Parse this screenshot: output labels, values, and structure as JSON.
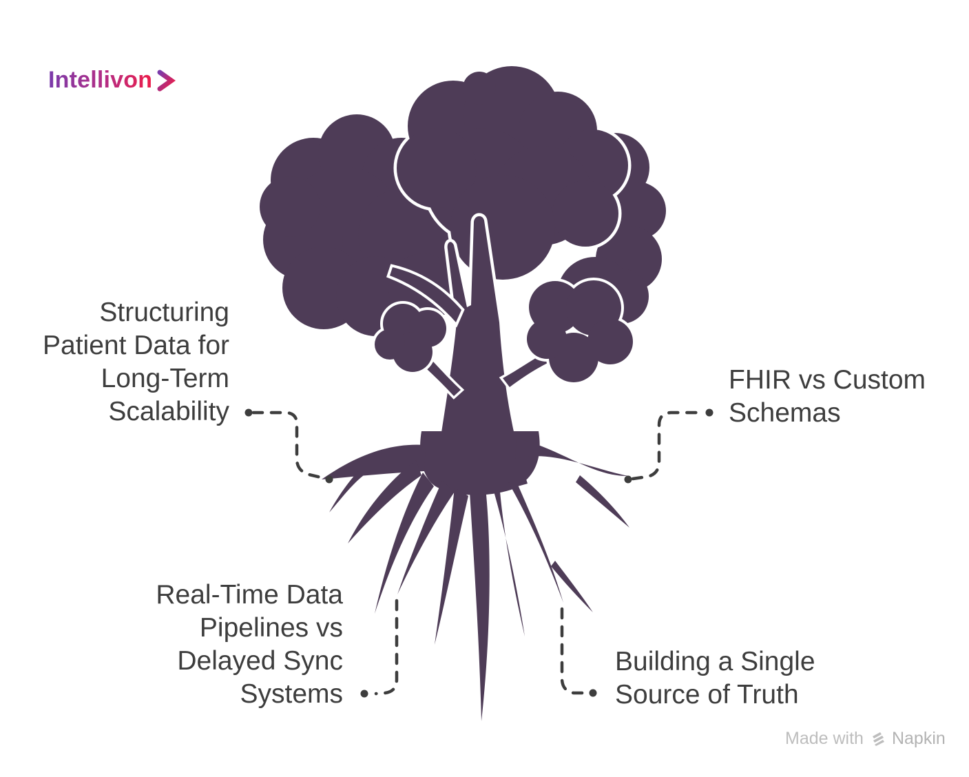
{
  "logo": {
    "text": "Intellivon",
    "chevron_icon": "chevron-right-icon",
    "gradient_start": "#7a3bab",
    "gradient_end": "#ed1c49"
  },
  "diagram": {
    "type": "tree-metaphor-infographic",
    "tree_color": "#4e3c57",
    "outline_color": "#ffffff",
    "connector_color": "#3d3d3d",
    "labels": [
      {
        "id": "structuring",
        "lines": [
          "Structuring",
          "Patient Data for",
          "Long-Term",
          "Scalability"
        ],
        "position": "top-left"
      },
      {
        "id": "fhir",
        "lines": [
          "FHIR vs Custom",
          "Schemas"
        ],
        "position": "top-right"
      },
      {
        "id": "realtime",
        "lines": [
          "Real-Time Data",
          "Pipelines vs",
          "Delayed Sync",
          "Systems"
        ],
        "position": "bottom-left"
      },
      {
        "id": "truth",
        "lines": [
          "Building a Single",
          "Source of Truth"
        ],
        "position": "bottom-right"
      }
    ]
  },
  "watermark": {
    "prefix": "Made with",
    "brand": "Napkin",
    "icon": "napkin-stripes-icon",
    "color": "#bdbdbd"
  },
  "text_color": "#3d3d3d"
}
